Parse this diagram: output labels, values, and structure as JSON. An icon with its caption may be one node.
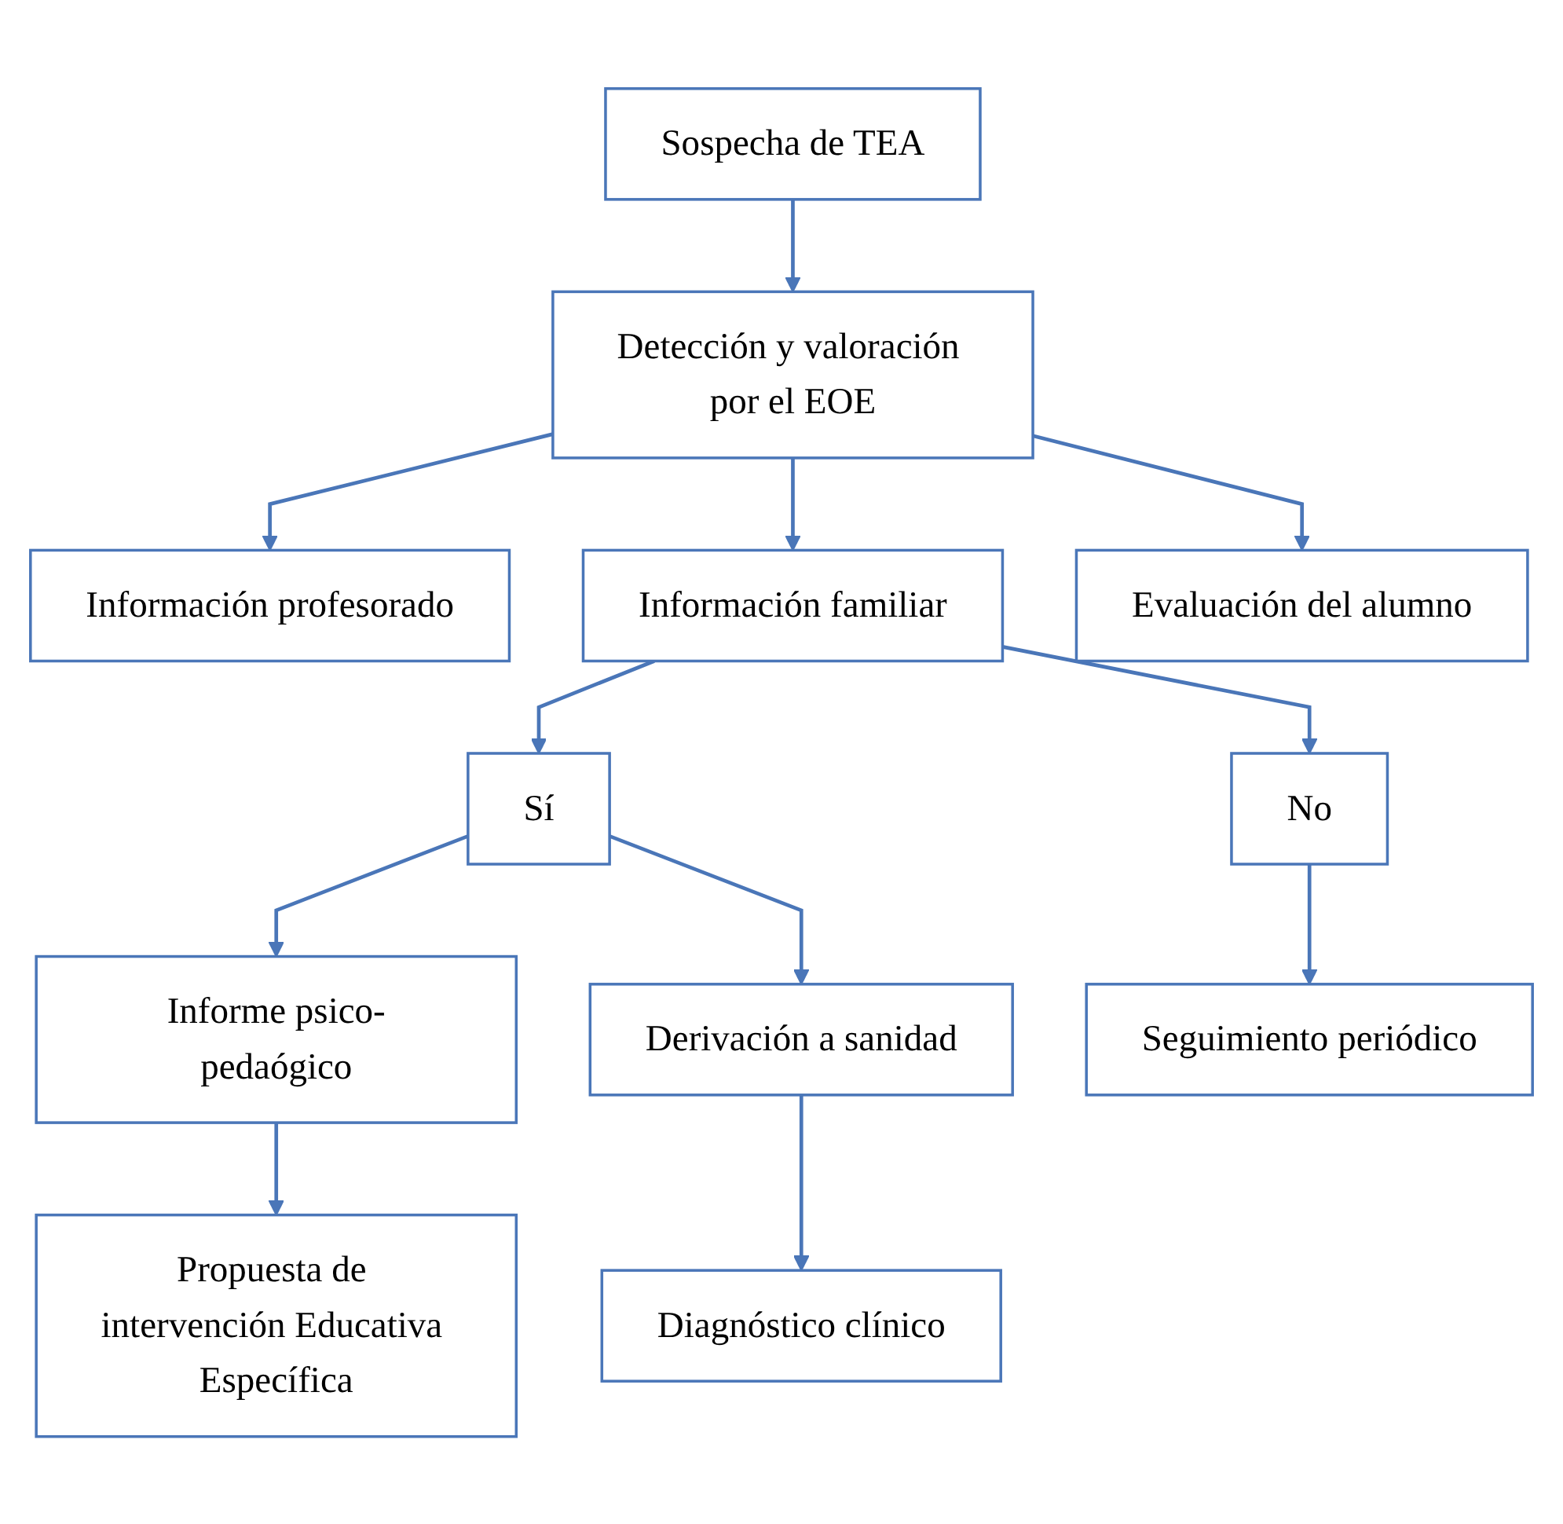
{
  "diagram": {
    "nodes": [
      {
        "text": [
          "Sospecha de TEA"
        ]
      },
      {
        "text": [
          "Detección y valoración por el EOE"
        ]
      },
      {
        "text": [
          "Información profesorado"
        ]
      },
      {
        "text": [
          "Información familiar"
        ]
      },
      {
        "text": [
          "Evaluación del alumno"
        ]
      },
      {
        "text": [
          "Sí"
        ]
      },
      {
        "text": [
          "No"
        ]
      },
      {
        "text": [
          "Informe psico-pedaógico"
        ]
      },
      {
        "text": [
          "Derivación a sanidad"
        ]
      },
      {
        "text": [
          "Seguimiento periódico"
        ]
      },
      {
        "text": [
          "Propuesta de intervención Educativa Específica"
        ]
      },
      {
        "text": [
          "Diagnóstico clínico"
        ]
      }
    ],
    "edges": [
      {
        "from": 0,
        "to": 1,
        "arrow": "to"
      },
      {
        "from": 1,
        "to": 2,
        "arrow": "to"
      },
      {
        "from": 1,
        "to": 3,
        "arrow": "to"
      },
      {
        "from": 1,
        "to": 4,
        "arrow": "to"
      },
      {
        "from": 3,
        "to": 5,
        "arrow": "to"
      },
      {
        "from": 3,
        "to": 6,
        "arrow": "to"
      },
      {
        "from": 5,
        "to": 7,
        "arrow": "to"
      },
      {
        "from": 5,
        "to": 8,
        "arrow": "to"
      },
      {
        "from": 6,
        "to": 9,
        "arrow": "to"
      },
      {
        "from": 7,
        "to": 10,
        "arrow": "to"
      },
      {
        "from": 8,
        "to": 11,
        "arrow": "to"
      }
    ]
  }
}
